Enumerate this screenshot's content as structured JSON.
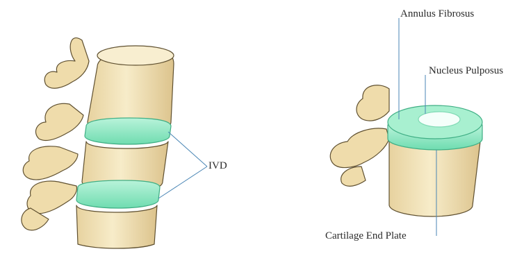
{
  "labels": {
    "ivd": "IVD",
    "annulus_fibrosus": "Annulus Fibrosus",
    "nucleus_pulposus": "Nucleus Pulposus",
    "cartilage_end_plate": "Cartilage End Plate"
  },
  "colors": {
    "bone": "#f3e3b8",
    "bone_shadow": "#d9c089",
    "bone_outline": "#5f5030",
    "disc": "#8fe8c4",
    "disc_edge": "#4cc99a",
    "leader_line": "#4a86b5"
  }
}
